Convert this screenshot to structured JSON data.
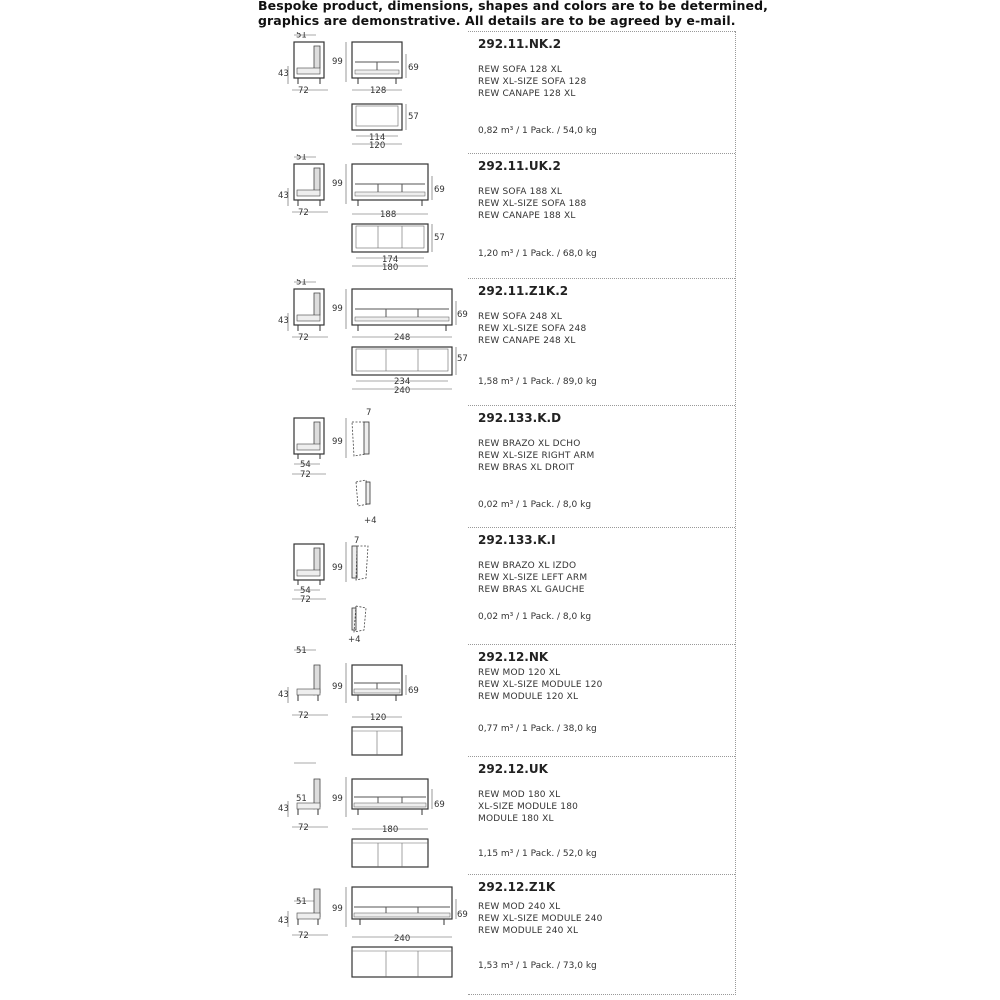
{
  "notice": {
    "line1": "Bespoke product, dimensions, shapes and colors are to be determined,",
    "line2": "graphics are demonstrative. All details are to be agreed by e-mail."
  },
  "products": [
    {
      "code": "292.11.NK.2",
      "names": [
        "REW SOFA 128 XL",
        "REW XL-SIZE SOFA 128",
        "REW CANAPE 128 XL"
      ],
      "pack": "0,82 m³ / 1 Pack. / 54,0 kg",
      "dims": {
        "depth": "51",
        "seat": "43",
        "total_depth": "72",
        "height": "99",
        "arm": "69",
        "width": "128",
        "inner": "114",
        "outer": "120",
        "plan_depth": "57"
      }
    },
    {
      "code": "292.11.UK.2",
      "names": [
        "REW SOFA 188 XL",
        "REW XL-SIZE SOFA 188",
        "REW CANAPE 188 XL"
      ],
      "pack": "1,20 m³ / 1 Pack. / 68,0 kg",
      "dims": {
        "depth": "51",
        "seat": "43",
        "total_depth": "72",
        "height": "99",
        "arm": "69",
        "width": "188",
        "inner": "174",
        "outer": "180",
        "plan_depth": "57"
      }
    },
    {
      "code": "292.11.Z1K.2",
      "names": [
        "REW SOFA 248 XL",
        "REW XL-SIZE SOFA 248",
        "REW CANAPE 248 XL"
      ],
      "pack": "1,58 m³ / 1 Pack. / 89,0 kg",
      "dims": {
        "depth": "51",
        "seat": "43",
        "total_depth": "72",
        "height": "99",
        "arm": "69",
        "width": "248",
        "inner": "234",
        "outer": "240",
        "plan_depth": "57"
      }
    },
    {
      "code": "292.133.K.D",
      "names": [
        "REW BRAZO XL DCHO",
        "REW XL-SIZE RIGHT ARM",
        "REW BRAS XL DROIT"
      ],
      "pack": "0,02 m³ / 1 Pack. / 8,0 kg",
      "dims": {
        "inner_depth": "54",
        "total_depth": "72",
        "height": "99",
        "thickness": "7",
        "plan": "+4"
      }
    },
    {
      "code": "292.133.K.I",
      "names": [
        "REW BRAZO XL IZDO",
        "REW XL-SIZE LEFT ARM",
        "REW BRAS XL GAUCHE"
      ],
      "pack": "0,02 m³ / 1 Pack. / 8,0 kg",
      "dims": {
        "inner_depth": "54",
        "total_depth": "72",
        "height": "99",
        "thickness": "7",
        "plan": "+4"
      }
    },
    {
      "code": "292.12.NK",
      "names": [
        "REW MOD 120 XL",
        "REW XL-SIZE MODULE 120",
        "REW MODULE 120 XL"
      ],
      "pack": "0,77 m³ / 1 Pack. / 38,0 kg",
      "dims": {
        "depth": "51",
        "seat": "43",
        "total_depth": "72",
        "height": "99",
        "arm": "69",
        "width": "120"
      }
    },
    {
      "code": "292.12.UK",
      "names": [
        "REW MOD 180 XL",
        "XL-SIZE MODULE 180",
        "MODULE 180 XL"
      ],
      "pack": "1,15 m³ / 1 Pack. / 52,0 kg",
      "dims": {
        "depth": "51",
        "seat": "43",
        "total_depth": "72",
        "height": "99",
        "arm": "69",
        "width": "180"
      }
    },
    {
      "code": "292.12.Z1K",
      "names": [
        "REW MOD 240 XL",
        "REW XL-SIZE MODULE 240",
        "REW MODULE 240 XL"
      ],
      "pack": "1,53 m³ / 1 Pack. / 73,0 kg",
      "dims": {
        "depth": "51",
        "seat": "43",
        "total_depth": "72",
        "height": "99",
        "arm": "69",
        "width": "240"
      }
    }
  ]
}
